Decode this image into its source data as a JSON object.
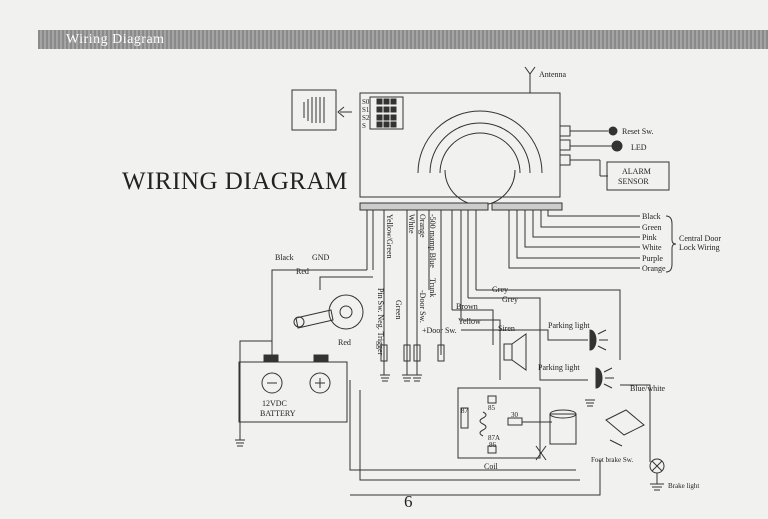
{
  "header": {
    "title": "Wiring Diagram"
  },
  "page_title": "WIRING DIAGRAM",
  "page_number": "6",
  "labels": {
    "antenna": "Antenna",
    "reset_sw": "Reset Sw.",
    "led": "LED",
    "alarm_sensor_1": "ALARM",
    "alarm_sensor_2": "SENSOR",
    "s0": "S0",
    "s1": "S1",
    "s2": "S2",
    "s3": "S",
    "black_gnd": "Black",
    "gnd": "GND",
    "red1": "Red",
    "red2": "Red",
    "battery_1": "12VDC",
    "battery_2": "BATTERY",
    "yellow_green": "Yellow/Green",
    "white": "White",
    "orange": "Orange",
    "blue_500": "-500 mamp Blue",
    "trunk": "Trunk",
    "door_sw_neg": "-Door Sw.",
    "green": "Green",
    "pin_sw": "Pin Sw. Neg. Trigger",
    "door_sw_pos": "+Door Sw.",
    "grey1": "Grey",
    "grey2": "Grey",
    "brown": "Brown",
    "yellow": "Yellow",
    "siren": "Siren",
    "parking_light1": "Parking light",
    "parking_light2": "Parking light",
    "blue_white": "Blue/white",
    "r85": "85",
    "r87": "87",
    "r30": "30",
    "r87a": "87A",
    "r86": "86",
    "coil": "Coil",
    "foot_brake": "Foot brake Sw.",
    "brake_light": "Brake light",
    "cd_black": "Black",
    "cd_green": "Green",
    "cd_pink": "Pink",
    "cd_white": "White",
    "cd_purple": "Purple",
    "cd_orange": "Orange",
    "central_door_1": "Central Door",
    "central_door_2": "Lock Wiring"
  }
}
